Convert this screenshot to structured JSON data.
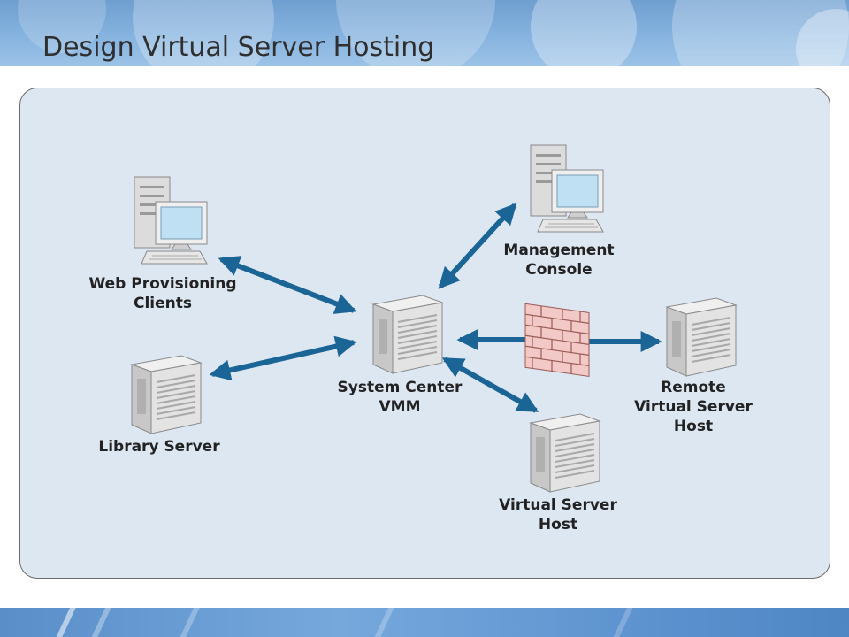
{
  "slide": {
    "title": "Design Virtual Server Hosting"
  },
  "nodes": {
    "web_clients": {
      "line1": "Web Provisioning",
      "line2": "Clients",
      "icon": "workstation-icon"
    },
    "library_server": {
      "line1": "Library Server",
      "icon": "server-icon"
    },
    "vmm": {
      "line1": "System Center",
      "line2": "VMM",
      "icon": "server-icon"
    },
    "management_console": {
      "line1": "Management",
      "line2": "Console",
      "icon": "workstation-icon"
    },
    "firewall": {
      "icon": "firewall-icon"
    },
    "remote_host": {
      "line1": "Remote",
      "line2": "Virtual Server",
      "line3": "Host",
      "icon": "server-icon"
    },
    "virtual_host": {
      "line1": "Virtual Server",
      "line2": "Host",
      "icon": "server-icon"
    }
  },
  "colors": {
    "arrow": "#1a6496",
    "panel_bg": "#dde7f2",
    "header_bg": "#7eacda",
    "firewall_brick": "#f2c9c6"
  }
}
